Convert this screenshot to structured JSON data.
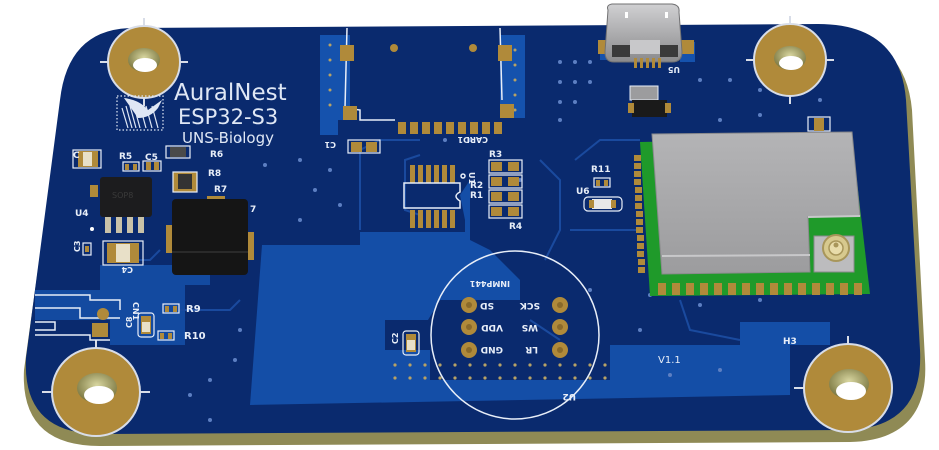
{
  "board": {
    "brand_name": "AuralNest",
    "model": "ESP32-S3",
    "organization": "UNS-Biology",
    "version": "V1.1",
    "colors": {
      "soldermask": "#0a2a6e",
      "copper_pour": "#1552ad",
      "pad_gold": "#b08a3a",
      "silkscreen": "#e8eef8",
      "module_shield": "#a9a9ab",
      "module_pcb": "#1f9a2a",
      "board_edge": "#8f8a55"
    }
  },
  "labels": {
    "c_top": "C",
    "r5": "R5",
    "c5": "C5",
    "r6": "R6",
    "r8": "R8",
    "r7": "R7",
    "l_partial": "7",
    "u4": "U4",
    "u4_package": "SOP8",
    "c3": "C3",
    "c4": "C4",
    "cn1": "CN1",
    "c8": "C8",
    "r9": "R9",
    "r10": "R10",
    "c1": "C1",
    "card1": "CARD1",
    "u1": "U1",
    "r3": "R3",
    "r2": "R2",
    "r1": "R1",
    "r4": "R4",
    "u5": "U5",
    "r11": "R11",
    "u6": "U6",
    "c2": "C2",
    "u2": "U2",
    "h3": "H3"
  },
  "mic_footprint": {
    "title": "INMP441",
    "pins": [
      "SCK",
      "SD",
      "WS",
      "VDD",
      "LR",
      "GND"
    ]
  },
  "icons": [
    "bird-logo-icon",
    "mounting-hole-icon",
    "usb-c-connector-icon",
    "ipex-antenna-connector-icon"
  ]
}
